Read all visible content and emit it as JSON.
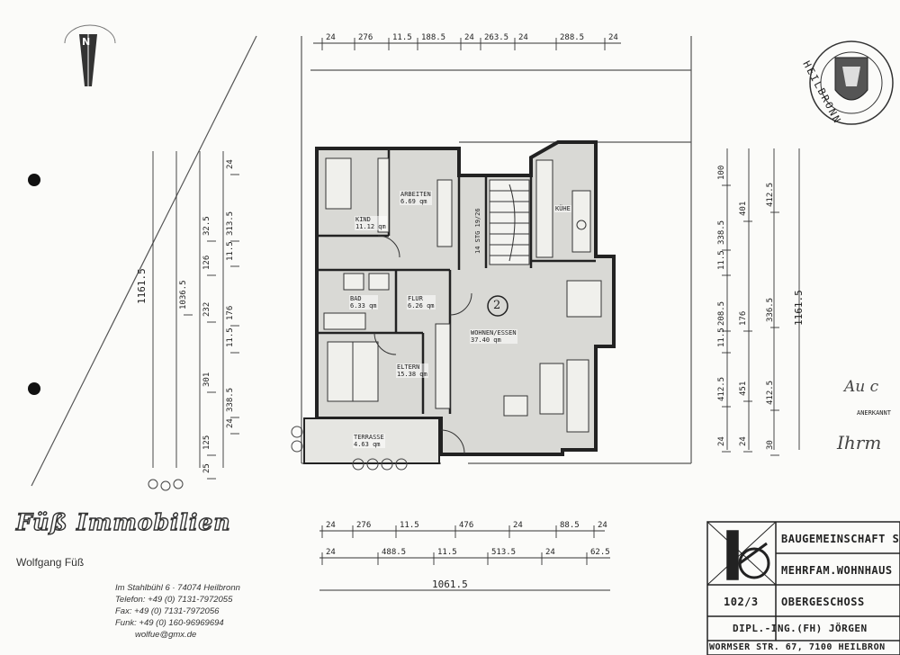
{
  "company": {
    "brand": "Füß Immobilien",
    "owner": "Wolfgang Füß",
    "address": "Im Stahlbühl 6 · 74074 Heilbronn",
    "phone": "Telefon: +49 (0) 7131-7972055",
    "fax": "Fax: +49 (0) 7131-7972056",
    "mobile": "Funk: +49 (0) 160-96969694",
    "email": "wolfue@gmx.de"
  },
  "title_block": {
    "line1": "BAUGEMEINSCHAFT S",
    "line2": "MEHRFAM.WOHNHAUS",
    "drawing_no": "102/3",
    "line3": "OBERGESCHOSS",
    "line4": "DIPL.-ING.(FH) JÖRGEN",
    "line5": "WORMSER STR. 67, 7100 HEILBRON"
  },
  "stamp": {
    "text": "HEILBRONN"
  },
  "annotations": {
    "hand1": "Au c",
    "anerkannt": "ANERKANNT",
    "hand2": "Ihrm"
  },
  "rooms": [
    {
      "name": "KIND",
      "area": "11.12 qm"
    },
    {
      "name": "ARBEITEN",
      "area": "6.69 qm"
    },
    {
      "name": "KÜHE",
      "area": ""
    },
    {
      "name": "BAD",
      "area": "6.33 qm"
    },
    {
      "name": "FLUR",
      "area": "6.26 qm"
    },
    {
      "name": "WOHNEN/ESSEN",
      "area": "37.40 qm"
    },
    {
      "name": "ELTERN",
      "area": "15.38 qm"
    },
    {
      "name": "TERRASSE",
      "area": "4.63 qm"
    }
  ],
  "stair_label": "14 STG 19/26",
  "unit_marker": "2",
  "dimensions": {
    "top": [
      "24",
      "276",
      "11.5",
      "188.5",
      "24",
      "263.5",
      "24",
      "288.5",
      "24"
    ],
    "bottom_row1": [
      "24",
      "276",
      "11.5",
      "476",
      "24",
      "88.5",
      "24"
    ],
    "bottom_row2": [
      "24",
      "488.5",
      "11.5",
      "513.5",
      "24",
      "62.5"
    ],
    "bottom_total": "1061.5",
    "left_inner": [
      "24",
      "313.5",
      "11.5",
      "176",
      "11.5",
      "338.5",
      "24"
    ],
    "left_mid": [
      "32.5",
      "126",
      "232",
      "301",
      "125",
      "25"
    ],
    "left_outer": [
      "1036.5"
    ],
    "left_total": "1161.5",
    "right_inner": [
      "100",
      "338.5",
      "11.5",
      "208.5",
      "11.5",
      "412.5",
      "24"
    ],
    "right_mid": [
      "401",
      "176",
      "451",
      "24"
    ],
    "right_outer": [
      "412.5",
      "336.5",
      "412.5",
      "30"
    ],
    "right_total": "1161.5"
  }
}
